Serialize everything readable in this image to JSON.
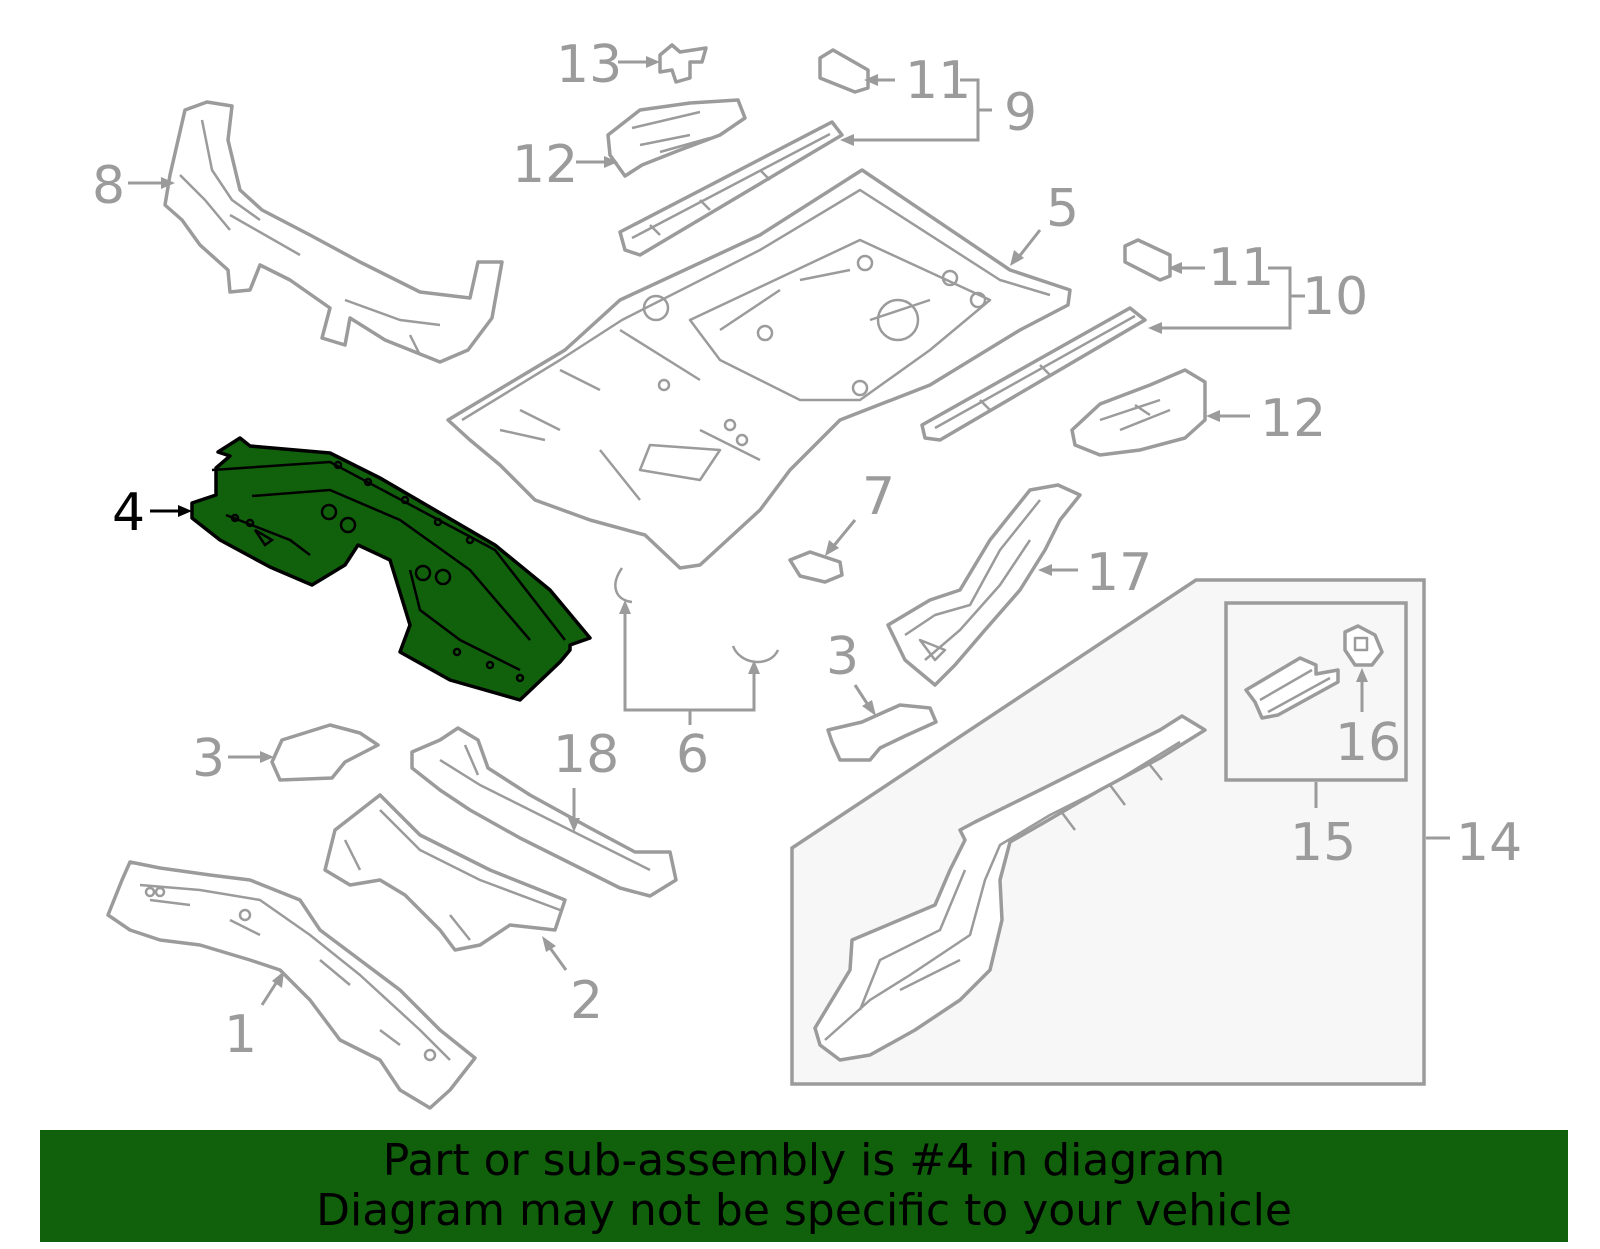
{
  "diagram": {
    "callouts": {
      "c1": "1",
      "c2": "2",
      "c3a": "3",
      "c3b": "3",
      "c4": "4",
      "c5": "5",
      "c6": "6",
      "c7": "7",
      "c8": "8",
      "c9": "9",
      "c10": "10",
      "c11a": "11",
      "c11b": "11",
      "c12a": "12",
      "c12b": "12",
      "c13": "13",
      "c14": "14",
      "c15": "15",
      "c16": "16",
      "c17": "17",
      "c18": "18"
    },
    "highlighted_part": "4",
    "colors": {
      "highlight_fill": "#11610c",
      "line_gray": "#9b9b9b",
      "banner_bg": "#11610c"
    }
  },
  "banner": {
    "line1": "Part or sub-assembly is #4 in diagram",
    "line2": "Diagram may not be specific to your vehicle"
  }
}
